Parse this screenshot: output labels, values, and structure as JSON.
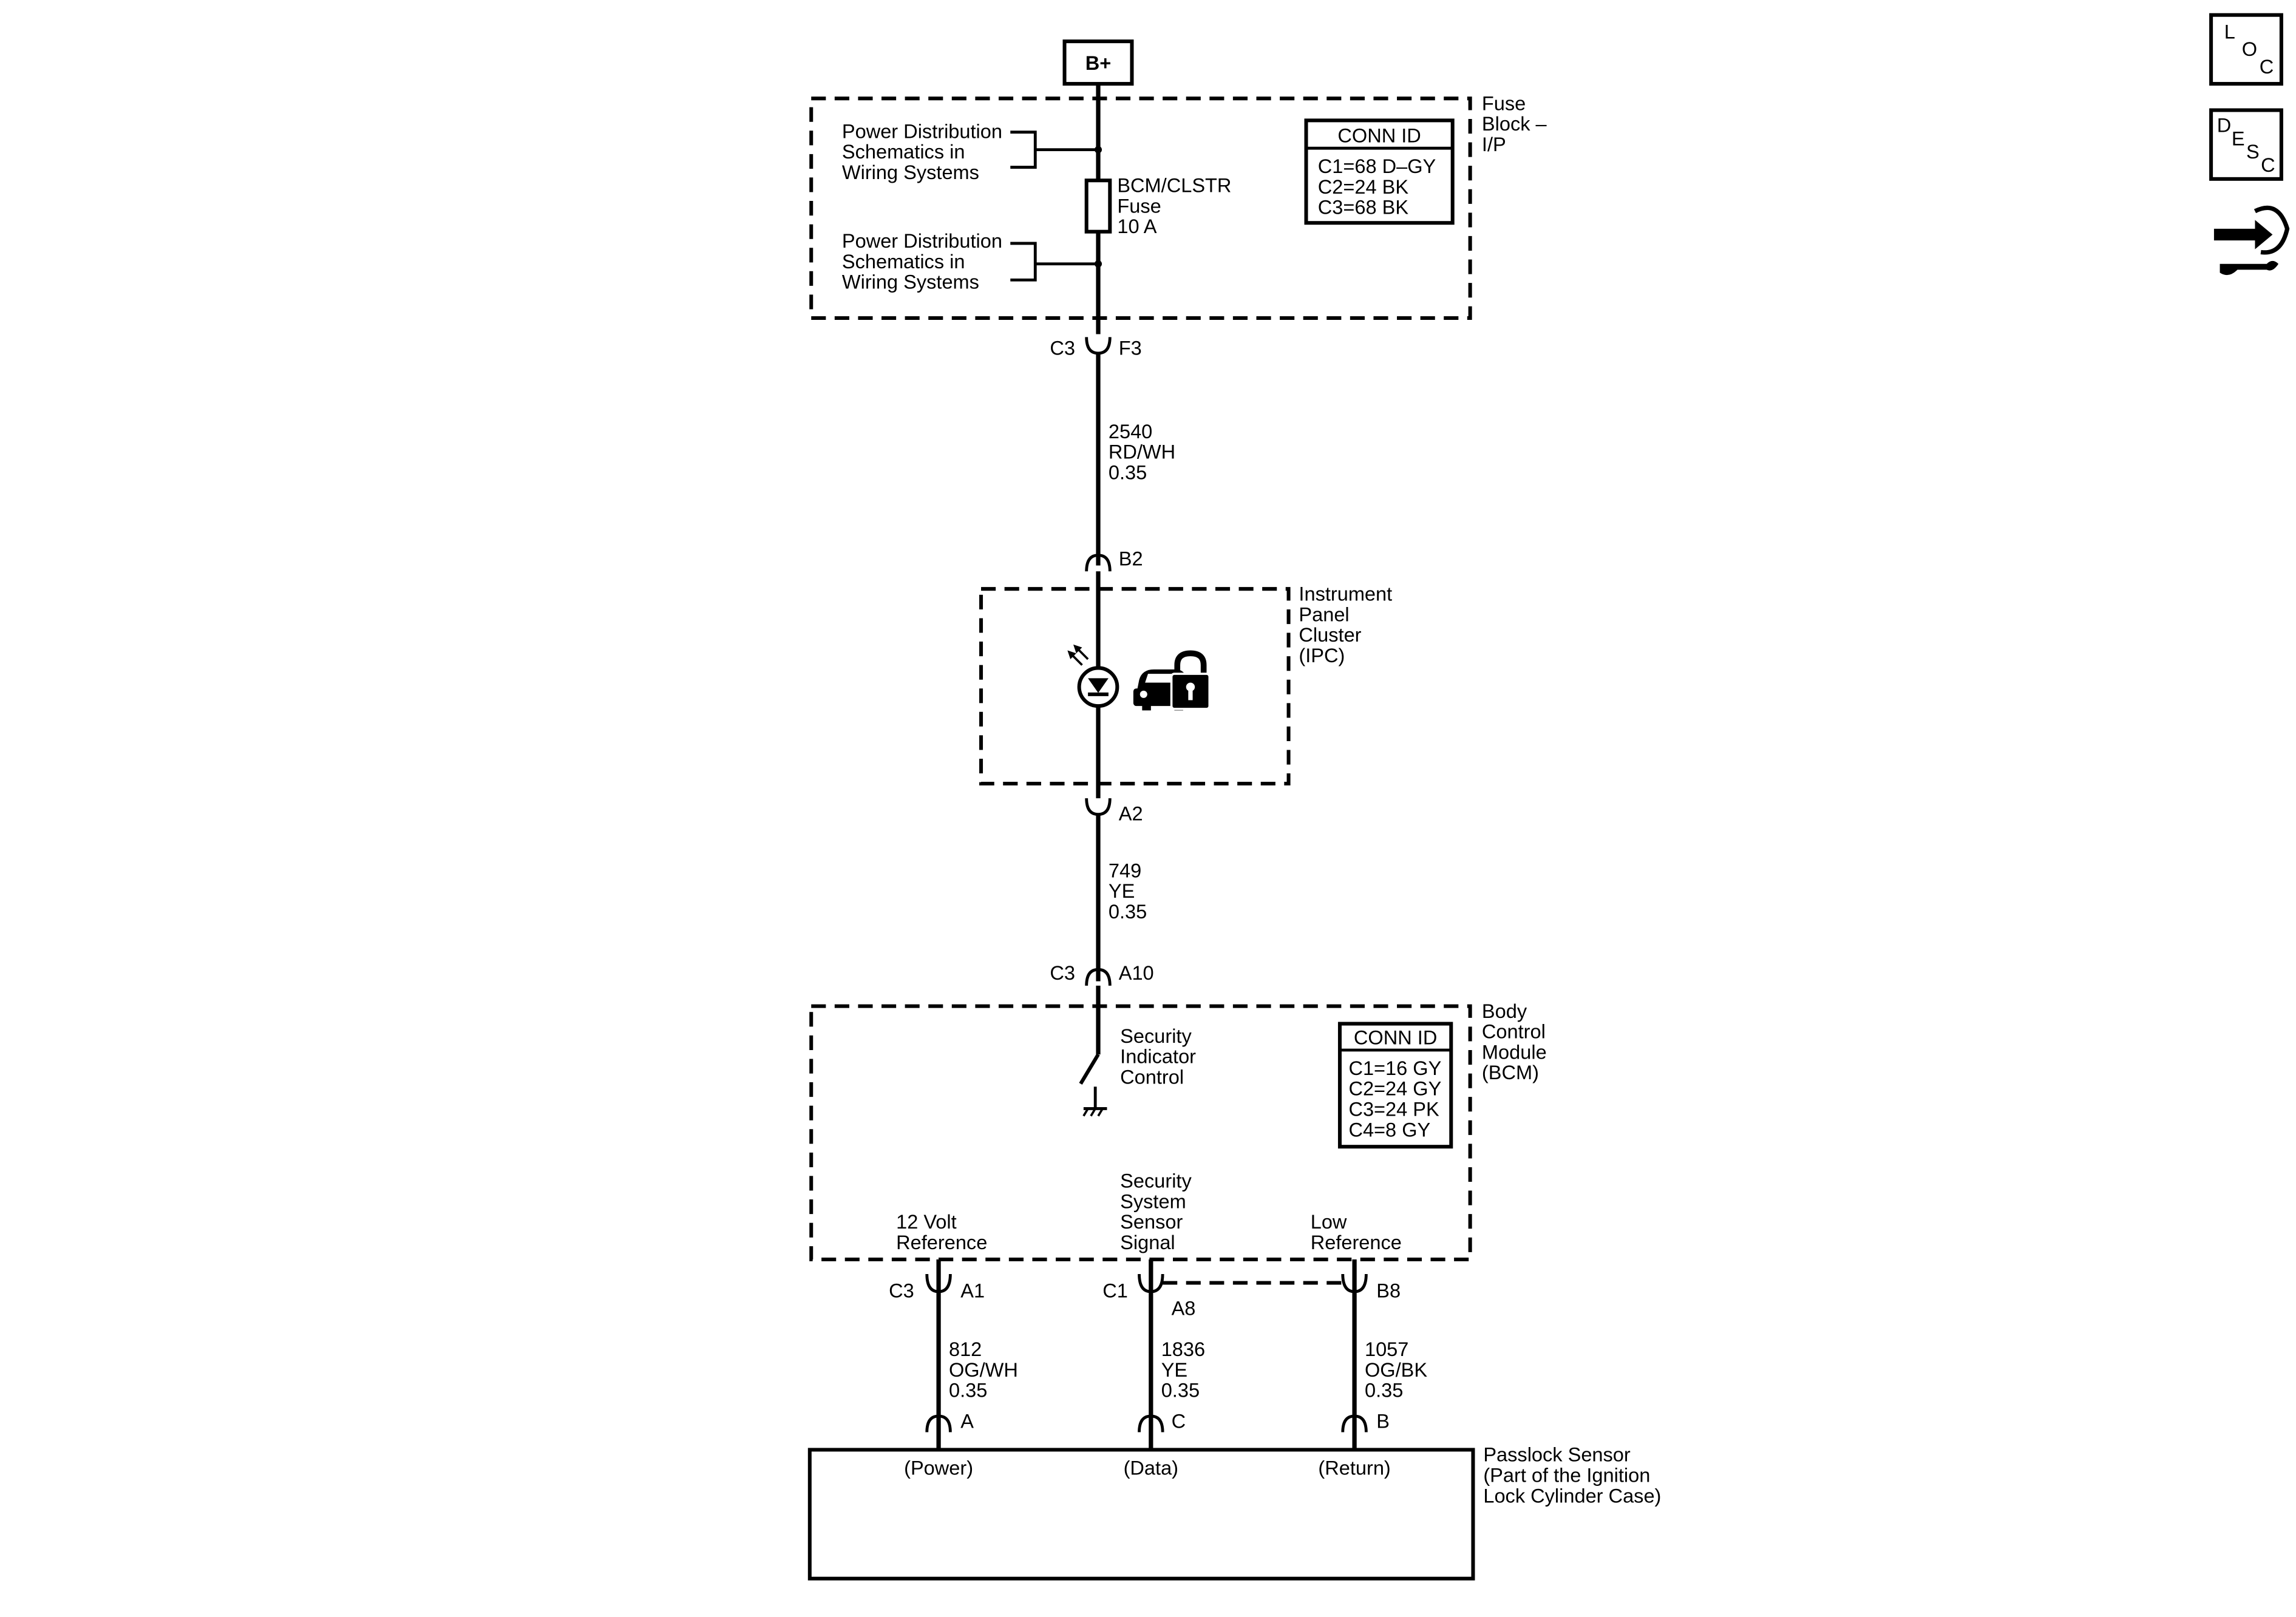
{
  "battery": {
    "label": "B+"
  },
  "fuse_block": {
    "name_lines": [
      "Fuse",
      "Block –",
      "I/P"
    ],
    "power_dist_1": [
      "Power Distribution",
      "Schematics in",
      "Wiring Systems"
    ],
    "power_dist_2": [
      "Power Distribution",
      "Schematics in",
      "Wiring Systems"
    ],
    "fuse_label": [
      "BCM/CLSTR",
      "Fuse",
      "10 A"
    ],
    "conn_id": {
      "title": "CONN ID",
      "rows": [
        "C1=68 D–GY",
        "C2=24 BK",
        "C3=68 BK"
      ]
    },
    "connector": {
      "left": "C3",
      "right": "F3"
    }
  },
  "wire_2540": [
    "2540",
    "RD/WH",
    "0.35"
  ],
  "ipc": {
    "name_lines": [
      "Instrument",
      "Panel",
      "Cluster",
      "(IPC)"
    ],
    "top_pin": "B2",
    "bottom_pin": "A2"
  },
  "wire_749": [
    "749",
    "YE",
    "0.35"
  ],
  "bcm": {
    "name_lines": [
      "Body",
      "Control",
      "Module",
      "(BCM)"
    ],
    "connector_top": {
      "left": "C3",
      "right": "A10"
    },
    "switch_label": [
      "Security",
      "Indicator",
      "Control"
    ],
    "conn_id": {
      "title": "CONN ID",
      "rows": [
        "C1=16 GY",
        "C2=24 GY",
        "C3=24 PK",
        "C4=8 GY"
      ]
    },
    "ref_12v": [
      "12 Volt",
      "Reference"
    ],
    "sensor_signal": [
      "Security",
      "System",
      "Sensor",
      "Signal"
    ],
    "low_ref": [
      "Low",
      "Reference"
    ],
    "pin_a1": {
      "conn": "C3",
      "pin": "A1"
    },
    "pin_a8": {
      "conn": "C1",
      "pin": "A8"
    },
    "pin_b8": {
      "pin": "B8"
    }
  },
  "wire_812": [
    "812",
    "OG/WH",
    "0.35"
  ],
  "wire_1836": [
    "1836",
    "YE",
    "0.35"
  ],
  "wire_1057": [
    "1057",
    "OG/BK",
    "0.35"
  ],
  "passlock": {
    "name_lines": [
      "Passlock Sensor",
      "(Part of the Ignition",
      "Lock Cylinder Case)"
    ],
    "pin_a": "A",
    "pin_c": "C",
    "pin_b": "B",
    "power": "(Power)",
    "data": "(Data)",
    "return": "(Return)"
  },
  "side_icons": {
    "loc": {
      "l": "L",
      "o": "O",
      "c": "C"
    },
    "desc": {
      "d": "D",
      "e": "E",
      "s": "S",
      "c": "C"
    },
    "tool_icon": "connector-repair-icon"
  }
}
